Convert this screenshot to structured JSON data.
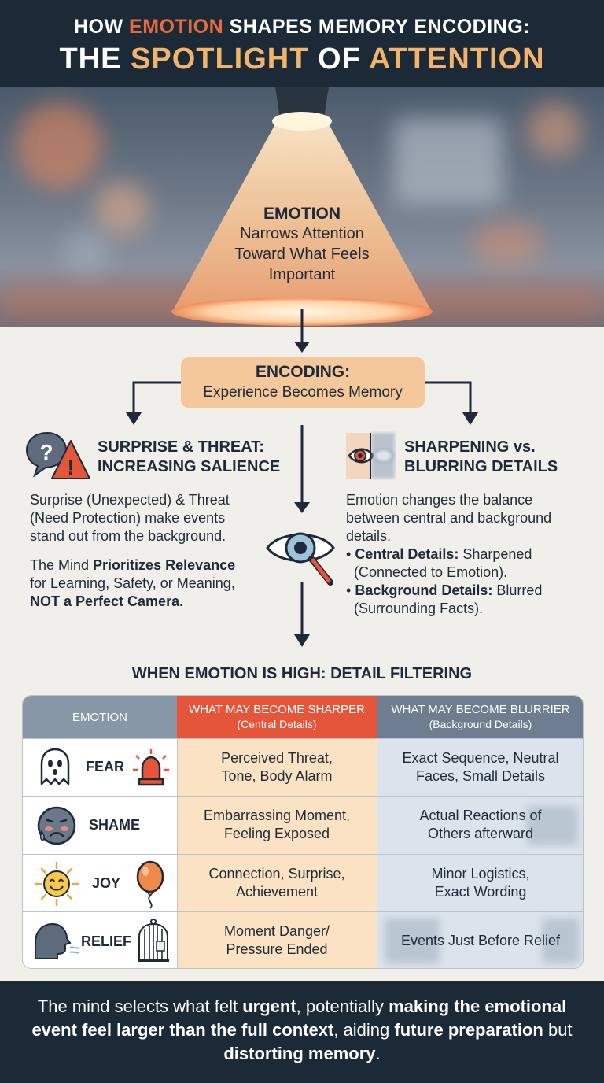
{
  "header": {
    "line1_pre": "HOW ",
    "line1_accent": "EMOTION",
    "line1_post": " SHAPES MEMORY ENCODING:",
    "line2_pre": "THE ",
    "line2_accent1": "SPOTLIGHT",
    "line2_mid": " OF ",
    "line2_accent2": "ATTENTION"
  },
  "hero": {
    "title": "EMOTION",
    "line1": "Narrows Attention",
    "line2": "Toward What Feels",
    "line3": "Important"
  },
  "encoding": {
    "title": "ENCODING:",
    "subtitle": "Experience Becomes Memory"
  },
  "left_col": {
    "title_l1": "SURPRISE & THREAT:",
    "title_l2": "INCREASING SALIENCE",
    "p1_l1": "Surprise (Unexpected) & Threat",
    "p1_l2": "(Need Protection) make events",
    "p1_l3": "stand out from the background.",
    "p2_l1_pre": "The Mind ",
    "p2_l1_bold": "Prioritizes Relevance",
    "p2_l2": "for Learning, Safety, or Meaning,",
    "p2_l3_bold": "NOT a Perfect Camera."
  },
  "right_col": {
    "title_l1": "SHARPENING vs.",
    "title_l2": "BLURRING DETAILS",
    "p1_l1": "Emotion changes the balance",
    "p1_l2": "between central and background",
    "p1_l3": "details.",
    "b1_bold": "Central Details:",
    "b1_rest": " Sharpened",
    "b1_l2": "(Connected to Emotion).",
    "b2_bold": "Background Details:",
    "b2_rest": " Blurred",
    "b2_l2": "(Surrounding Facts)."
  },
  "section_title": "WHEN EMOTION IS HIGH: DETAIL FILTERING",
  "table": {
    "headers": {
      "emotion": "EMOTION",
      "sharper": "WHAT MAY BECOME SHARPER",
      "sharper_sub": "(Central Details)",
      "blurrier": "WHAT MAY BECOME BLURRIER",
      "blurrier_sub": "(Background Details)"
    },
    "rows": [
      {
        "emotion": "FEAR",
        "sharper_l1": "Perceived Threat,",
        "sharper_l2": "Tone, Body Alarm",
        "blurrier_l1": "Exact Sequence, Neutral",
        "blurrier_l2": "Faces, Small Details"
      },
      {
        "emotion": "SHAME",
        "sharper_l1": "Embarrassing Moment,",
        "sharper_l2": "Feeling Exposed",
        "blurrier_l1": "Actual Reactions of",
        "blurrier_l2": "Others afterward"
      },
      {
        "emotion": "JOY",
        "sharper_l1": "Connection, Surprise,",
        "sharper_l2": "Achievement",
        "blurrier_l1": "Minor Logistics,",
        "blurrier_l2": "Exact Wording"
      },
      {
        "emotion": "RELIEF",
        "sharper_l1": "Moment Danger/",
        "sharper_l2": "Pressure Ended",
        "blurrier_l1": "Events Just Before Relief",
        "blurrier_l2": ""
      }
    ]
  },
  "footer": {
    "s1": "The mind selects what felt ",
    "s1b": "urgent",
    "s2": ", potentially ",
    "s2b": "making the emotional event feel larger than the full context",
    "s3": ", aiding ",
    "s3b": "future preparation",
    "s4": " but ",
    "s4b": "distorting memory",
    "s5": "."
  },
  "colors": {
    "navy": "#1c2a38",
    "accent_red": "#e86a3c",
    "accent_gold": "#f2b46b",
    "sharper_header": "#e4553a",
    "sharper_fill": "#fbe2c2",
    "blurrier_header": "#6e7e90",
    "blurrier_fill": "#dbe4ec",
    "emotion_header": "#8797a8"
  },
  "icons": [
    "question-bubble-icon",
    "warning-triangle-icon",
    "eye-icon",
    "magnifier-eye-icon",
    "ghost-icon",
    "siren-icon",
    "sad-face-icon",
    "sun-face-icon",
    "balloon-icon",
    "head-exhale-icon",
    "birdcage-icon"
  ]
}
